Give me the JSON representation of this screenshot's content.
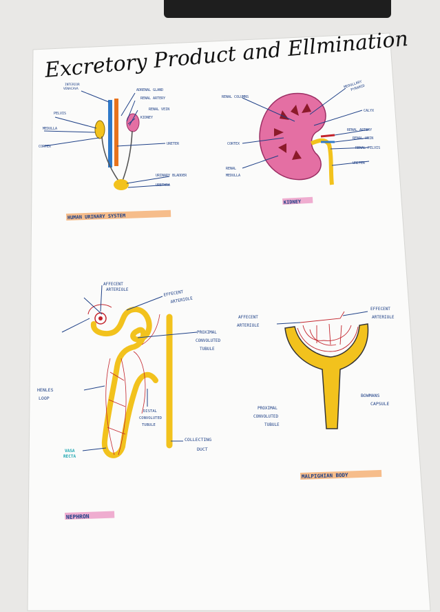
{
  "poster": {
    "title": "Excretory Product and Ellmination",
    "urinary": {
      "caption": "HUMAN URINARY SYSTEM",
      "labels": {
        "inferior_vena": "INTERIOR",
        "inferior_vena2": "VENACAVA",
        "adrenal": "ADRENAL GLAND",
        "renal_artery": "RENAL ARTERY",
        "renal_vein": "RENAL VEIN",
        "kidney": "KIDNEY",
        "pelvis": "PELVIS",
        "medulla": "MEDULLA",
        "cortex": "CORTEX",
        "ureter": "URETER",
        "bladder": "URINARY BLADDER",
        "urethra": "URETHRA"
      }
    },
    "kidney": {
      "caption": "KIDNEY",
      "labels": {
        "renal_columns": "RENAL COLUMNS",
        "medullary": "MEDULLARY",
        "medullary2": "PYRAMID",
        "calyx": "CALYX",
        "renal_artery": "RENAL ARTERY",
        "renal_vein": "RENAL VEIN",
        "renal_pelvis": "RENAL PELVIS",
        "ureter": "URETER",
        "cortex": "CORTEX",
        "renal_medulla": "RENAL",
        "renal_medulla2": "MEDULLA"
      }
    },
    "nephron": {
      "caption": "NEPHRON",
      "labels": {
        "afferent": "AFFECENT",
        "afferent2": "ARTERIOLE",
        "efferent": "EFFECENT",
        "efferent2": "ARTERIOLE",
        "pct": "PROXIMAL",
        "pct2": "CONVOLUTED",
        "pct3": "TUBULE",
        "henle": "HENLES",
        "henle2": "LOOP",
        "dct": "DISTAL",
        "dct2": "CONVOLUTED",
        "dct3": "TUBULE",
        "collecting": "COLLECTING",
        "collecting2": "DUCT",
        "vasa": "VASA",
        "vasa2": "RECTA"
      }
    },
    "malpighian": {
      "caption": "MALPIGHIAN BODY",
      "labels": {
        "afferent": "AFFECENT",
        "afferent2": "ARTERIOLE",
        "efferent": "EFFECENT",
        "efferent2": "ARTERIOLE",
        "pct": "PROXIMAL",
        "pct2": "CONVOLUTED",
        "pct3": "TUBULE",
        "bowman": "BOWMANS",
        "bowman2": "CAPSULE"
      }
    }
  },
  "colors": {
    "ink": "#1d3f86",
    "yellow": "#f2c21d",
    "orange": "#e8731c",
    "blue": "#2f79c9",
    "pink": "#e46fa3",
    "red": "#c2222a",
    "highlight_orange": "#f3a35b",
    "highlight_pink": "#e98bbd",
    "highlight_cyan": "#33c1c9"
  }
}
